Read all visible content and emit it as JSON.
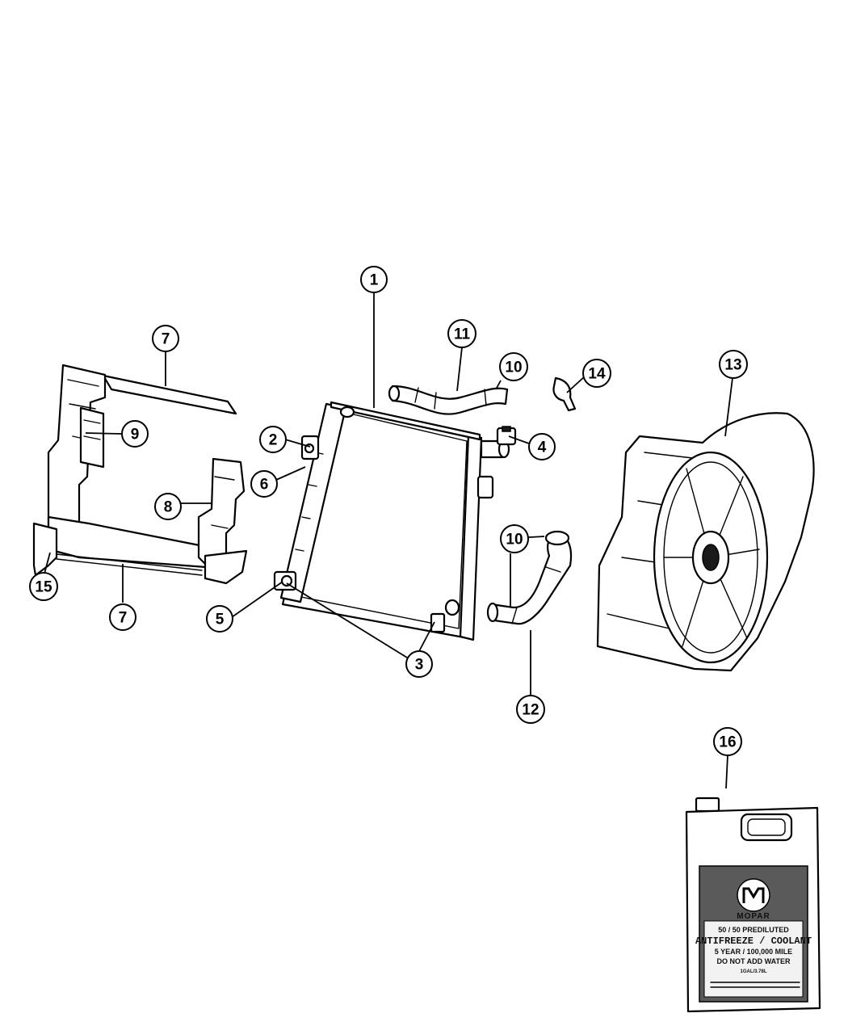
{
  "callouts": [
    {
      "id": "1",
      "label": "1"
    },
    {
      "id": "2",
      "label": "2"
    },
    {
      "id": "3",
      "label": "3"
    },
    {
      "id": "4",
      "label": "4"
    },
    {
      "id": "5",
      "label": "5"
    },
    {
      "id": "6",
      "label": "6"
    },
    {
      "id": "7a",
      "label": "7"
    },
    {
      "id": "7b",
      "label": "7"
    },
    {
      "id": "8",
      "label": "8"
    },
    {
      "id": "9",
      "label": "9"
    },
    {
      "id": "10a",
      "label": "10"
    },
    {
      "id": "10b",
      "label": "10"
    },
    {
      "id": "11",
      "label": "11"
    },
    {
      "id": "12",
      "label": "12"
    },
    {
      "id": "13",
      "label": "13"
    },
    {
      "id": "14",
      "label": "14"
    },
    {
      "id": "15",
      "label": "15"
    },
    {
      "id": "16",
      "label": "16"
    }
  ],
  "coolant_jug": {
    "brand": "MOPAR",
    "line1": "50 / 50 PREDILUTED",
    "line2": "ANTIFREEZE / COOLANT",
    "line3": "5 YEAR / 100,000 MILE",
    "line4": "DO NOT ADD WATER",
    "line5": "1GAL/3.78L"
  }
}
